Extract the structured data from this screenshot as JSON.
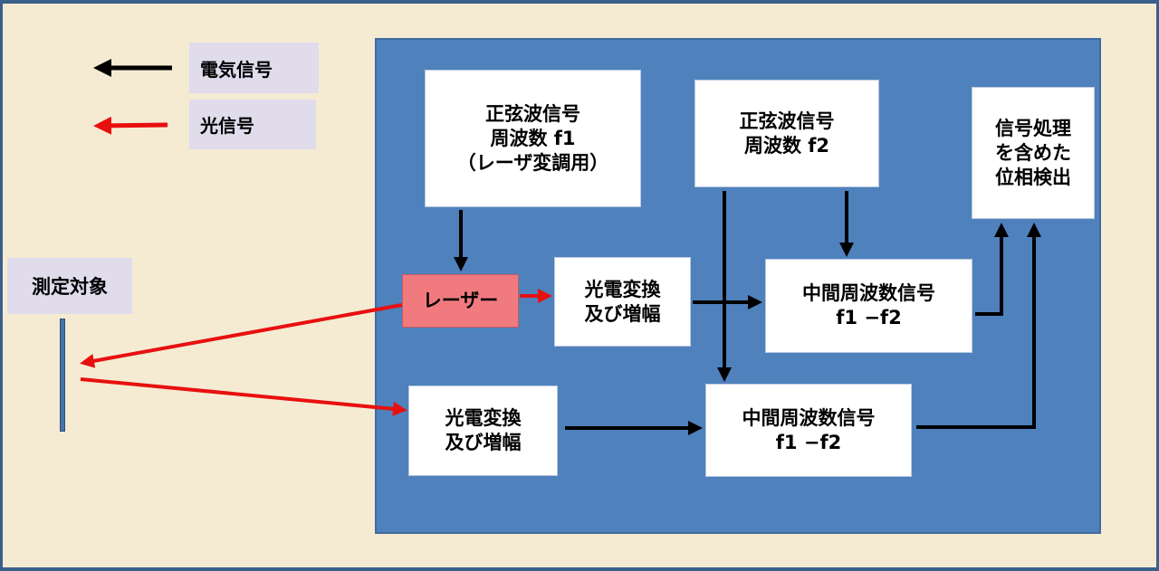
{
  "legend": {
    "electric": "電気信号",
    "optical": "光信号"
  },
  "target": {
    "label": "測定対象"
  },
  "boxes": {
    "sine_f1": "正弦波信号\n周波数 f1\n（レーザ変調用）",
    "sine_f2": "正弦波信号\n周波数 f2",
    "phase_detect": "信号処理\nを含めた\n位相検出",
    "laser": "レーザー",
    "photo_amp_top": "光電変換\n及び増幅",
    "if_top": "中間周波数信号\nf1 −f2",
    "photo_amp_bottom": "光電変換\n及び増幅",
    "if_bottom": "中間周波数信号\nf1 −f2"
  },
  "colors": {
    "electric_arrow": "#000000",
    "optical_arrow": "#e8100f",
    "panel": "#4f81bd",
    "background": "#f5ebd3",
    "laser_box": "#f17a7f"
  }
}
